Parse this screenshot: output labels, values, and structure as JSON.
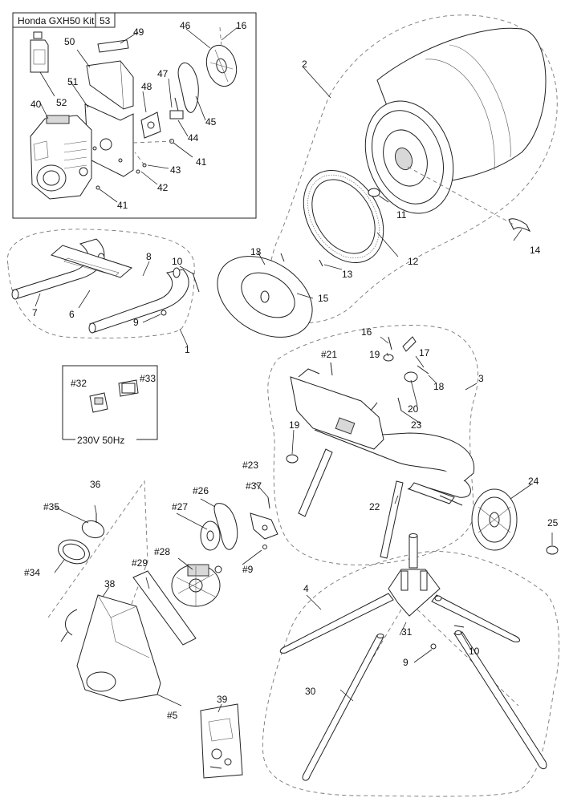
{
  "kit_box": {
    "title": "Honda GXH50 Kit",
    "page": "53"
  },
  "electric_box": {
    "voltage": "230V  50Hz"
  },
  "callouts": {
    "c1": "1",
    "c2": "2",
    "c3": "3",
    "c4": "4",
    "c5": "#5",
    "c6": "6",
    "c7": "7",
    "c8": "8",
    "c9a": "9",
    "c9b": "#9",
    "c9c": "9",
    "c10a": "10",
    "c10b": "10",
    "c11": "11",
    "c12": "12",
    "c13a": "13",
    "c13b": "13",
    "c14": "14",
    "c15": "15",
    "c16a": "16",
    "c16b": "16",
    "c17": "17",
    "c18": "18",
    "c19a": "19",
    "c19b": "19",
    "c20": "20",
    "c21": "#21",
    "c22": "22",
    "c23a": "23",
    "c23b": "#23",
    "c24": "24",
    "c25": "25",
    "c26": "#26",
    "c27": "#27",
    "c28": "#28",
    "c29": "#29",
    "c30": "30",
    "c31": "31",
    "c32": "#32",
    "c33": "#33",
    "c34": "#34",
    "c35": "#35",
    "c36": "36",
    "c38": "38",
    "c39": "39",
    "c37": "#37",
    "c40": "40",
    "c41a": "41",
    "c41b": "41",
    "c42": "42",
    "c43": "43",
    "c44": "44",
    "c45": "45",
    "c46": "46",
    "c47": "47",
    "c48": "48",
    "c49": "49",
    "c50": "50",
    "c51": "51",
    "c52": "52"
  }
}
